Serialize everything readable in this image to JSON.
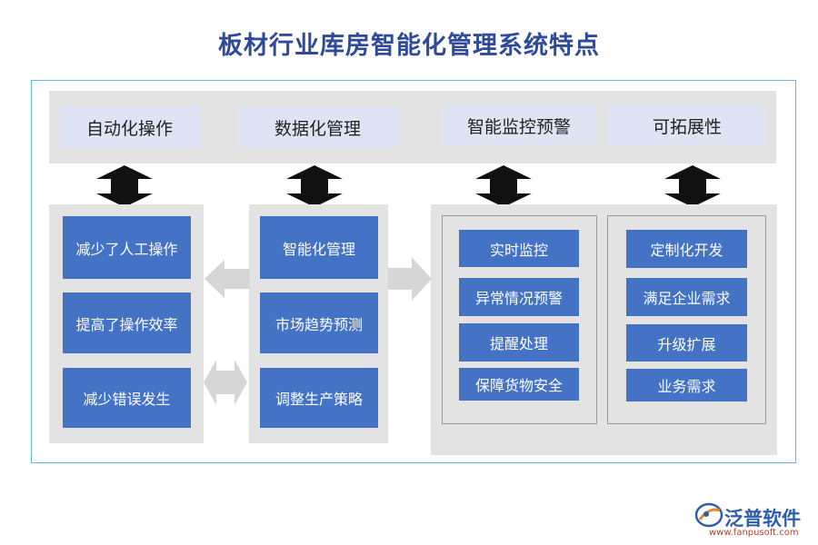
{
  "title": "板材行业库房智能化管理系统特点",
  "columns": [
    {
      "header": "自动化操作",
      "items": [
        "减少了人工操作",
        "提高了操作效率",
        "减少错误发生"
      ]
    },
    {
      "header": "数据化管理",
      "items": [
        "智能化管理",
        "市场趋势预测",
        "调整生产策略"
      ]
    },
    {
      "header": "智能监控预警",
      "items": [
        "实时监控",
        "异常情况预警",
        "提醒处理",
        "保障货物安全"
      ]
    },
    {
      "header": "可拓展性",
      "items": [
        "定制化开发",
        "满足企业需求",
        "升级扩展",
        "业务需求"
      ]
    }
  ],
  "logo": {
    "name": "泛普软件",
    "url": "www.fanpusoft.com"
  },
  "colors": {
    "title": "#2e4a9a",
    "box": "#4472c4",
    "header_bg": "#dfe4f5",
    "panel_bg": "#e3e3e3",
    "frame": "#5bbdd6",
    "arrow_dark": "#111111",
    "arrow_light": "#d6d6d6"
  }
}
